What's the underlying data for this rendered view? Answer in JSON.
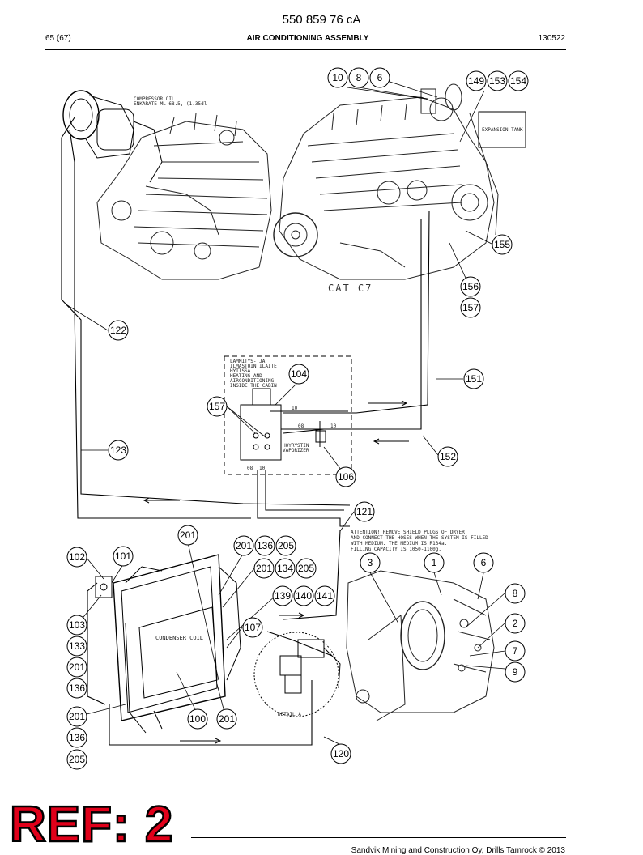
{
  "header": {
    "doc_code": "550 859 76 cA",
    "page": "65 (67)",
    "title": "AIR CONDITIONING ASSEMBLY",
    "date_code": "130522"
  },
  "notes": {
    "compressor_oil_1": "COMPRESSOR OIL",
    "compressor_oil_2": "ENKARATE ML 68.5, (1.35dl",
    "expansion_tank": "EXPANSION TANK",
    "engine": "CAT C7",
    "cabin_1": "LAMMITYS- JA",
    "cabin_2": "ILMASTOINTILAITE",
    "cabin_3": "HYTISSA",
    "cabin_4": "HEATING AND",
    "cabin_5": "AIRCONDITIONING",
    "cabin_6": "INSIDE THE CABIN",
    "vaporizer_1": "HOYRYSTIN",
    "vaporizer_2": "VAPORIZER",
    "pipe_10a": "10",
    "pipe_08a": "08",
    "pipe_10b": "10",
    "pipe_08b": "08",
    "pipe_10c": "10",
    "attention_1": "ATTENTION! REMOVE SHIELD PLUGS OF DRYER",
    "attention_2": "AND CONNECT THE HOSES WHEN THE SYSTEM IS FILLED",
    "attention_3": "WITH MEDIUM. THE MEDIUM IS R134a.",
    "attention_4": "FILLING CAPACITY IS 1050-1100g.",
    "condenser": "CONDENSER COIL",
    "detail": "DETAIL A"
  },
  "callouts": [
    "10",
    "8",
    "6",
    "149",
    "153",
    "154",
    "155",
    "156",
    "157",
    "122",
    "104",
    "151",
    "157",
    "123",
    "152",
    "106",
    "121",
    "201",
    "201",
    "136",
    "205",
    "102",
    "101",
    "201",
    "134",
    "205",
    "3",
    "1",
    "6",
    "139",
    "140",
    "141",
    "8",
    "103",
    "107",
    "2",
    "133",
    "7",
    "201",
    "9",
    "136",
    "201",
    "100",
    "201",
    "136",
    "120",
    "205"
  ],
  "stamp": "REF: 2",
  "footer": "Sandvik Mining and Construction Oy, Drills Tamrock © 2013"
}
